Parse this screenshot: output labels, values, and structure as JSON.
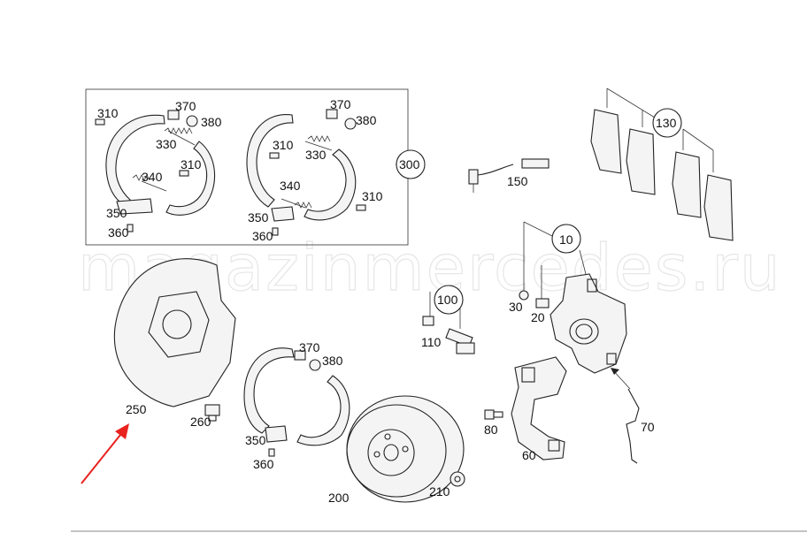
{
  "watermark": "magazinmercedes.ru",
  "labels": {
    "l310a": "310",
    "l370a": "370",
    "l380a": "380",
    "l330a": "330",
    "l310b": "310",
    "l340a": "340",
    "l350a": "350",
    "l360a": "360",
    "l370b": "370",
    "l380b": "380",
    "l310c": "310",
    "l330b": "330",
    "l340b": "340",
    "l310d": "310",
    "l350b": "350",
    "l360b": "360",
    "l300": "300",
    "l150": "150",
    "l130": "130",
    "l10": "10",
    "l30": "30",
    "l20": "20",
    "l100": "100",
    "l110": "110",
    "l250": "250",
    "l260": "260",
    "l370c": "370",
    "l380c": "380",
    "l350c": "350",
    "l360c": "360",
    "l200": "200",
    "l210": "210",
    "l80": "80",
    "l60": "60",
    "l70": "70"
  },
  "colors": {
    "arrow": "#e8231f",
    "line": "#222222"
  }
}
